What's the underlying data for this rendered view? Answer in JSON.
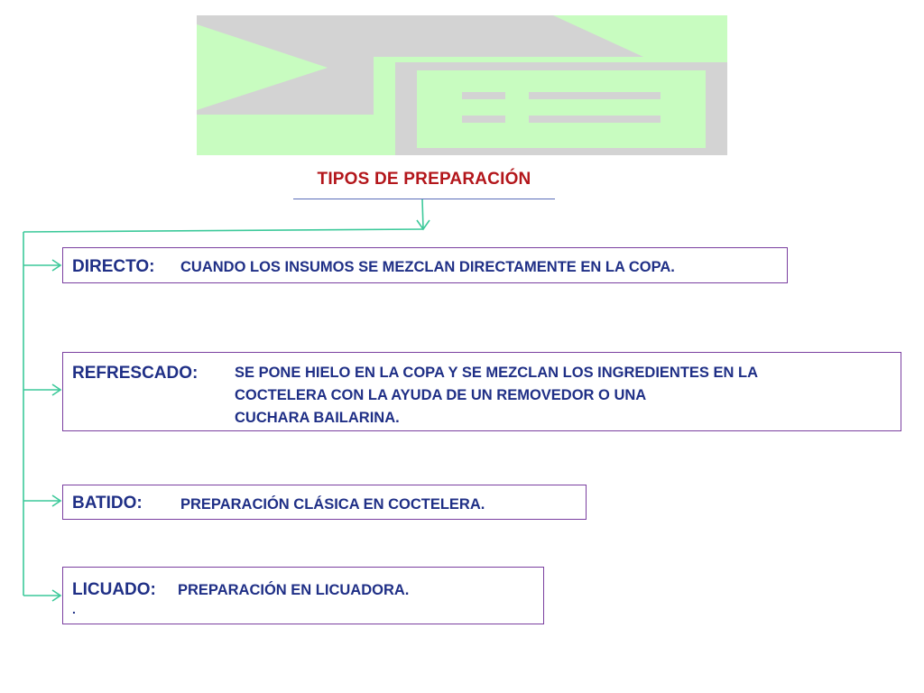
{
  "title": "TIPOS DE PREPARACIÓN",
  "items": [
    {
      "label": "DIRECTO:",
      "lines": [
        "CUANDO LOS INSUMOS SE MEZCLAN DIRECTAMENTE EN LA COPA."
      ]
    },
    {
      "label": "REFRESCADO:",
      "lines": [
        "SE PONE HIELO EN LA COPA Y SE MEZCLAN LOS INGREDIENTES EN LA",
        "COCTELERA CON LA AYUDA DE UN REMOVEDOR O UNA",
        "CUCHARA BAILARINA."
      ]
    },
    {
      "label": "BATIDO:",
      "lines": [
        "PREPARACIÓN CLÁSICA EN COCTELERA."
      ]
    },
    {
      "label": "LICUADO:",
      "lines": [
        "PREPARACIÓN EN LICUADORA."
      ],
      "extra": "."
    }
  ],
  "colors": {
    "title": "#b3161b",
    "text": "#1f2f86",
    "box_border": "#7a3fa0",
    "connector": "#3cc99a",
    "logo_green": "#c8fcc0",
    "logo_gray": "#d3d3d3"
  },
  "icons": [
    "logo-graphic",
    "arrow-right-icon",
    "arrow-down-icon"
  ]
}
